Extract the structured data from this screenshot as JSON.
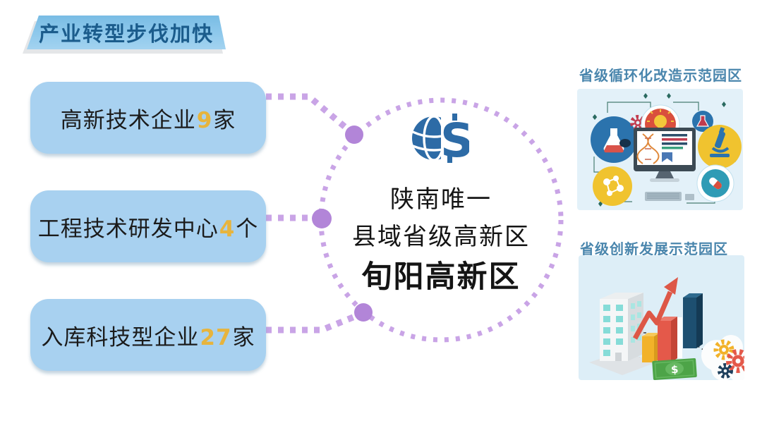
{
  "banner": {
    "label": "产业转型步伐加快"
  },
  "stats": [
    {
      "prefix": "高新技术企业",
      "number": "9",
      "suffix": "家"
    },
    {
      "prefix": "工程技术研发中心",
      "number": "4",
      "suffix": "个"
    },
    {
      "prefix": "入库科技型企业",
      "number": "27",
      "suffix": "家"
    }
  ],
  "center": {
    "logo_icon": "globe-dollar-logo",
    "logo_letter": "S",
    "line1": "陕南唯一",
    "line2": "县域省级高新区",
    "line3": "旬阳高新区"
  },
  "right_panels": [
    {
      "caption": "省级循环化改造示范园区",
      "image": "science-technology-illustration",
      "icons": [
        "flask-icon",
        "gear-icon",
        "lightbulb-icon",
        "small-flask-icon",
        "microscope-icon",
        "molecule-icon",
        "pill-icon",
        "monitor-dna-icon",
        "keyboard-icon"
      ]
    },
    {
      "caption": "省级创新发展示范园区",
      "image": "innovation-growth-illustration",
      "icons": [
        "building-icon",
        "bar-chart-3d-icon",
        "growth-arrow-icon",
        "money-bill-icon",
        "cloud-gears-icon"
      ],
      "money_symbol": "$"
    }
  ],
  "colors": {
    "box_blue": "#a8d1f0",
    "banner_blue": "#8fc9ec",
    "banner_text_blue": "#1b5c8c",
    "accent_gold": "#e7b43d",
    "dash_purple": "#c9a4e6",
    "node_purple": "#b285d8",
    "caption_blue": "#4a86ad",
    "logo_blue": "#2d6ba6",
    "text_black": "#141414"
  }
}
